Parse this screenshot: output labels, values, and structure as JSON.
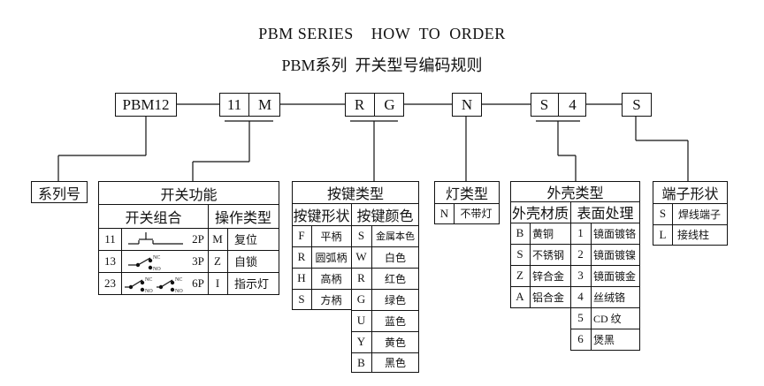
{
  "title_en": "PBM SERIES    HOW  TO  ORDER",
  "title_cn": "PBM系列  开关型号编码规则",
  "code": {
    "series": "PBM12",
    "func_num": "11",
    "func_letter": "M",
    "btn_shape": "R",
    "btn_color": "G",
    "lamp": "N",
    "housing": "S",
    "surface": "4",
    "terminal": "S"
  },
  "series_box": {
    "label": "系列号"
  },
  "switch_function": {
    "title": "开关功能",
    "combo_header": "开关组合",
    "op_header": "操作类型",
    "rows": [
      {
        "num": "11",
        "pole": "2P",
        "op_code": "M",
        "op_label": "复位"
      },
      {
        "num": "13",
        "pole": "3P",
        "op_code": "Z",
        "op_label": "自锁"
      },
      {
        "num": "23",
        "pole": "6P",
        "op_code": "I",
        "op_label": "指示灯"
      }
    ],
    "nc": "NC",
    "no": "NO"
  },
  "button_type": {
    "title": "按键类型",
    "shape_header": "按键形状",
    "color_header": "按键颜色",
    "shapes": [
      {
        "code": "F",
        "label": "平柄"
      },
      {
        "code": "R",
        "label": "圆弧柄"
      },
      {
        "code": "H",
        "label": "高柄"
      },
      {
        "code": "S",
        "label": "方柄"
      }
    ],
    "colors": [
      {
        "code": "S",
        "label": "金属本色"
      },
      {
        "code": "W",
        "label": "白色"
      },
      {
        "code": "R",
        "label": "红色"
      },
      {
        "code": "G",
        "label": "绿色"
      },
      {
        "code": "U",
        "label": "蓝色"
      },
      {
        "code": "Y",
        "label": "黄色"
      },
      {
        "code": "B",
        "label": "黑色"
      }
    ]
  },
  "lamp_type": {
    "title": "灯类型",
    "code": "N",
    "label": "不带灯"
  },
  "housing_type": {
    "title": "外壳类型",
    "material_header": "外壳材质",
    "surface_header": "表面处理",
    "materials": [
      {
        "code": "B",
        "label": "黄铜"
      },
      {
        "code": "S",
        "label": "不锈钢"
      },
      {
        "code": "Z",
        "label": "锌合金"
      },
      {
        "code": "A",
        "label": "铝合金"
      }
    ],
    "surfaces": [
      {
        "code": "1",
        "label": "镜面镀铬"
      },
      {
        "code": "2",
        "label": "镜面镀镍"
      },
      {
        "code": "3",
        "label": "镜面镀金"
      },
      {
        "code": "4",
        "label": "丝绒铬"
      },
      {
        "code": "5",
        "label": "CD 纹"
      },
      {
        "code": "6",
        "label": "煲黑"
      }
    ]
  },
  "terminal_type": {
    "title": "端子形状",
    "items": [
      {
        "code": "S",
        "label": "焊线端子"
      },
      {
        "code": "L",
        "label": "接线柱"
      }
    ]
  }
}
